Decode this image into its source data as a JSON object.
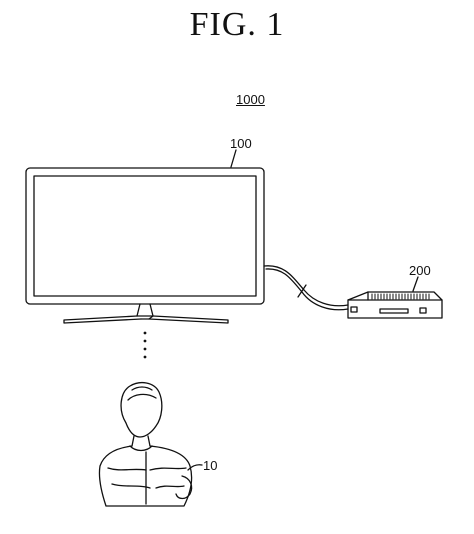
{
  "figure": {
    "title": "FIG.  1"
  },
  "labels": {
    "system": "1000",
    "display_device": "100",
    "external_device": "200",
    "user": "10"
  }
}
